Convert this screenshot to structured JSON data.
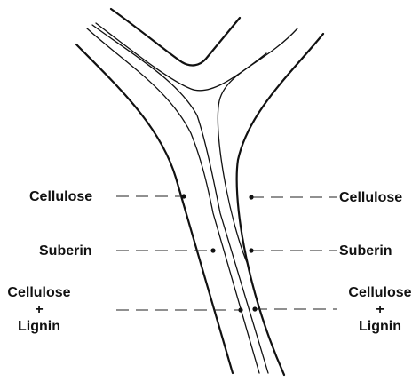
{
  "labels": {
    "left": {
      "top": "Cellulose",
      "middle": "Suberin",
      "bottom": [
        "Cellulose",
        "+",
        "Lignin"
      ]
    },
    "right": {
      "top": "Cellulose",
      "middle": "Suberin",
      "bottom": [
        "Cellulose",
        "+",
        "Lignin"
      ]
    }
  }
}
